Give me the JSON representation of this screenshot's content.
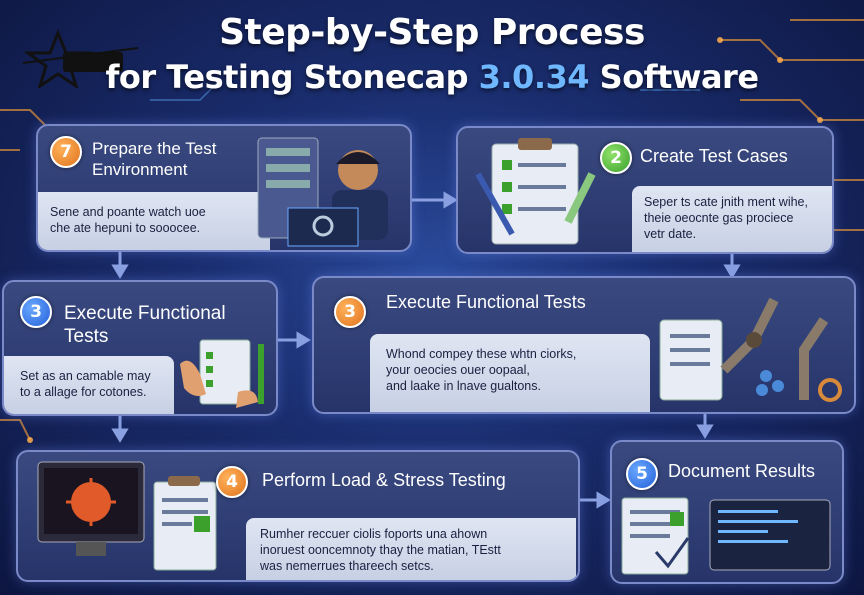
{
  "title": {
    "line1": "Step-by-Step Process",
    "line2_prefix": "for Testing Stonecap ",
    "line2_version": "3.0.34",
    "line2_suffix": " Software"
  },
  "steps": [
    {
      "number": "7",
      "title_line1": "Prepare the Test",
      "title_line2": "Environment",
      "desc": [
        "Sene and poante watch uoe",
        "che ate hepuni to sooocee."
      ],
      "badge_color": "orange"
    },
    {
      "number": "2",
      "title_line1": "Create Test Cases",
      "title_line2": "",
      "desc": [
        "Seper ts cate jnith ment wihe,",
        "theie oeocnte gas prociece",
        "vetr date."
      ],
      "badge_color": "green"
    },
    {
      "number": "3",
      "title_line1": "Execute Functional",
      "title_line2": "Tests",
      "desc": [
        "Set as an camable may",
        "to a allage for cotones."
      ],
      "badge_color": "blue"
    },
    {
      "number": "3",
      "title_line1": "Execute Functional Tests",
      "title_line2": "",
      "desc": [
        "Whond compey these whtn ciorks,",
        "your oeocies ouer oopaal,",
        "and laake in lnave gualtons."
      ],
      "badge_color": "orange"
    },
    {
      "number": "4",
      "title_line1": "Perform Load & Stress Testing",
      "title_line2": "",
      "desc": [
        "Rumher reccuer ciolis foports una ahown",
        "inoruest ooncemnoty thay the matian, TEstt",
        "was nemerrues thareech setcs."
      ],
      "badge_color": "orange"
    },
    {
      "number": "5",
      "title_line1": "Document Results",
      "title_line2": "",
      "desc": [],
      "badge_color": "blue"
    }
  ],
  "colors": {
    "orange": "#e0731e",
    "green": "#3ba02c",
    "blue": "#2460d8",
    "accent": "#6fb8ff"
  }
}
